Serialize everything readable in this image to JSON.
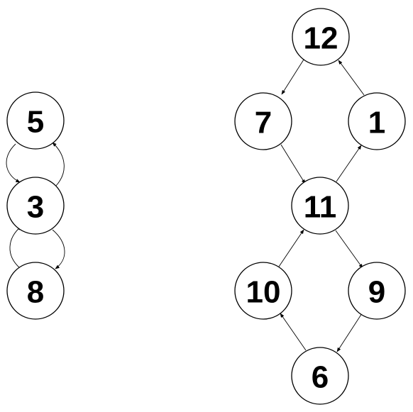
{
  "nodes": [
    {
      "id": "n5",
      "label": "5"
    },
    {
      "id": "n3",
      "label": "3"
    },
    {
      "id": "n8",
      "label": "8"
    },
    {
      "id": "n12",
      "label": "12"
    },
    {
      "id": "n7",
      "label": "7"
    },
    {
      "id": "n1",
      "label": "1"
    },
    {
      "id": "n11",
      "label": "11"
    },
    {
      "id": "n10",
      "label": "10"
    },
    {
      "id": "n9",
      "label": "9"
    },
    {
      "id": "n6",
      "label": "6"
    }
  ],
  "edges": [
    {
      "from": "5",
      "to": "3"
    },
    {
      "from": "3",
      "to": "5"
    },
    {
      "from": "3",
      "to": "8"
    },
    {
      "from": "8",
      "to": "3"
    },
    {
      "from": "12",
      "to": "7"
    },
    {
      "from": "1",
      "to": "12"
    },
    {
      "from": "7",
      "to": "11"
    },
    {
      "from": "11",
      "to": "1"
    },
    {
      "from": "11",
      "to": "9"
    },
    {
      "from": "10",
      "to": "11"
    },
    {
      "from": "9",
      "to": "6"
    },
    {
      "from": "6",
      "to": "10"
    }
  ]
}
